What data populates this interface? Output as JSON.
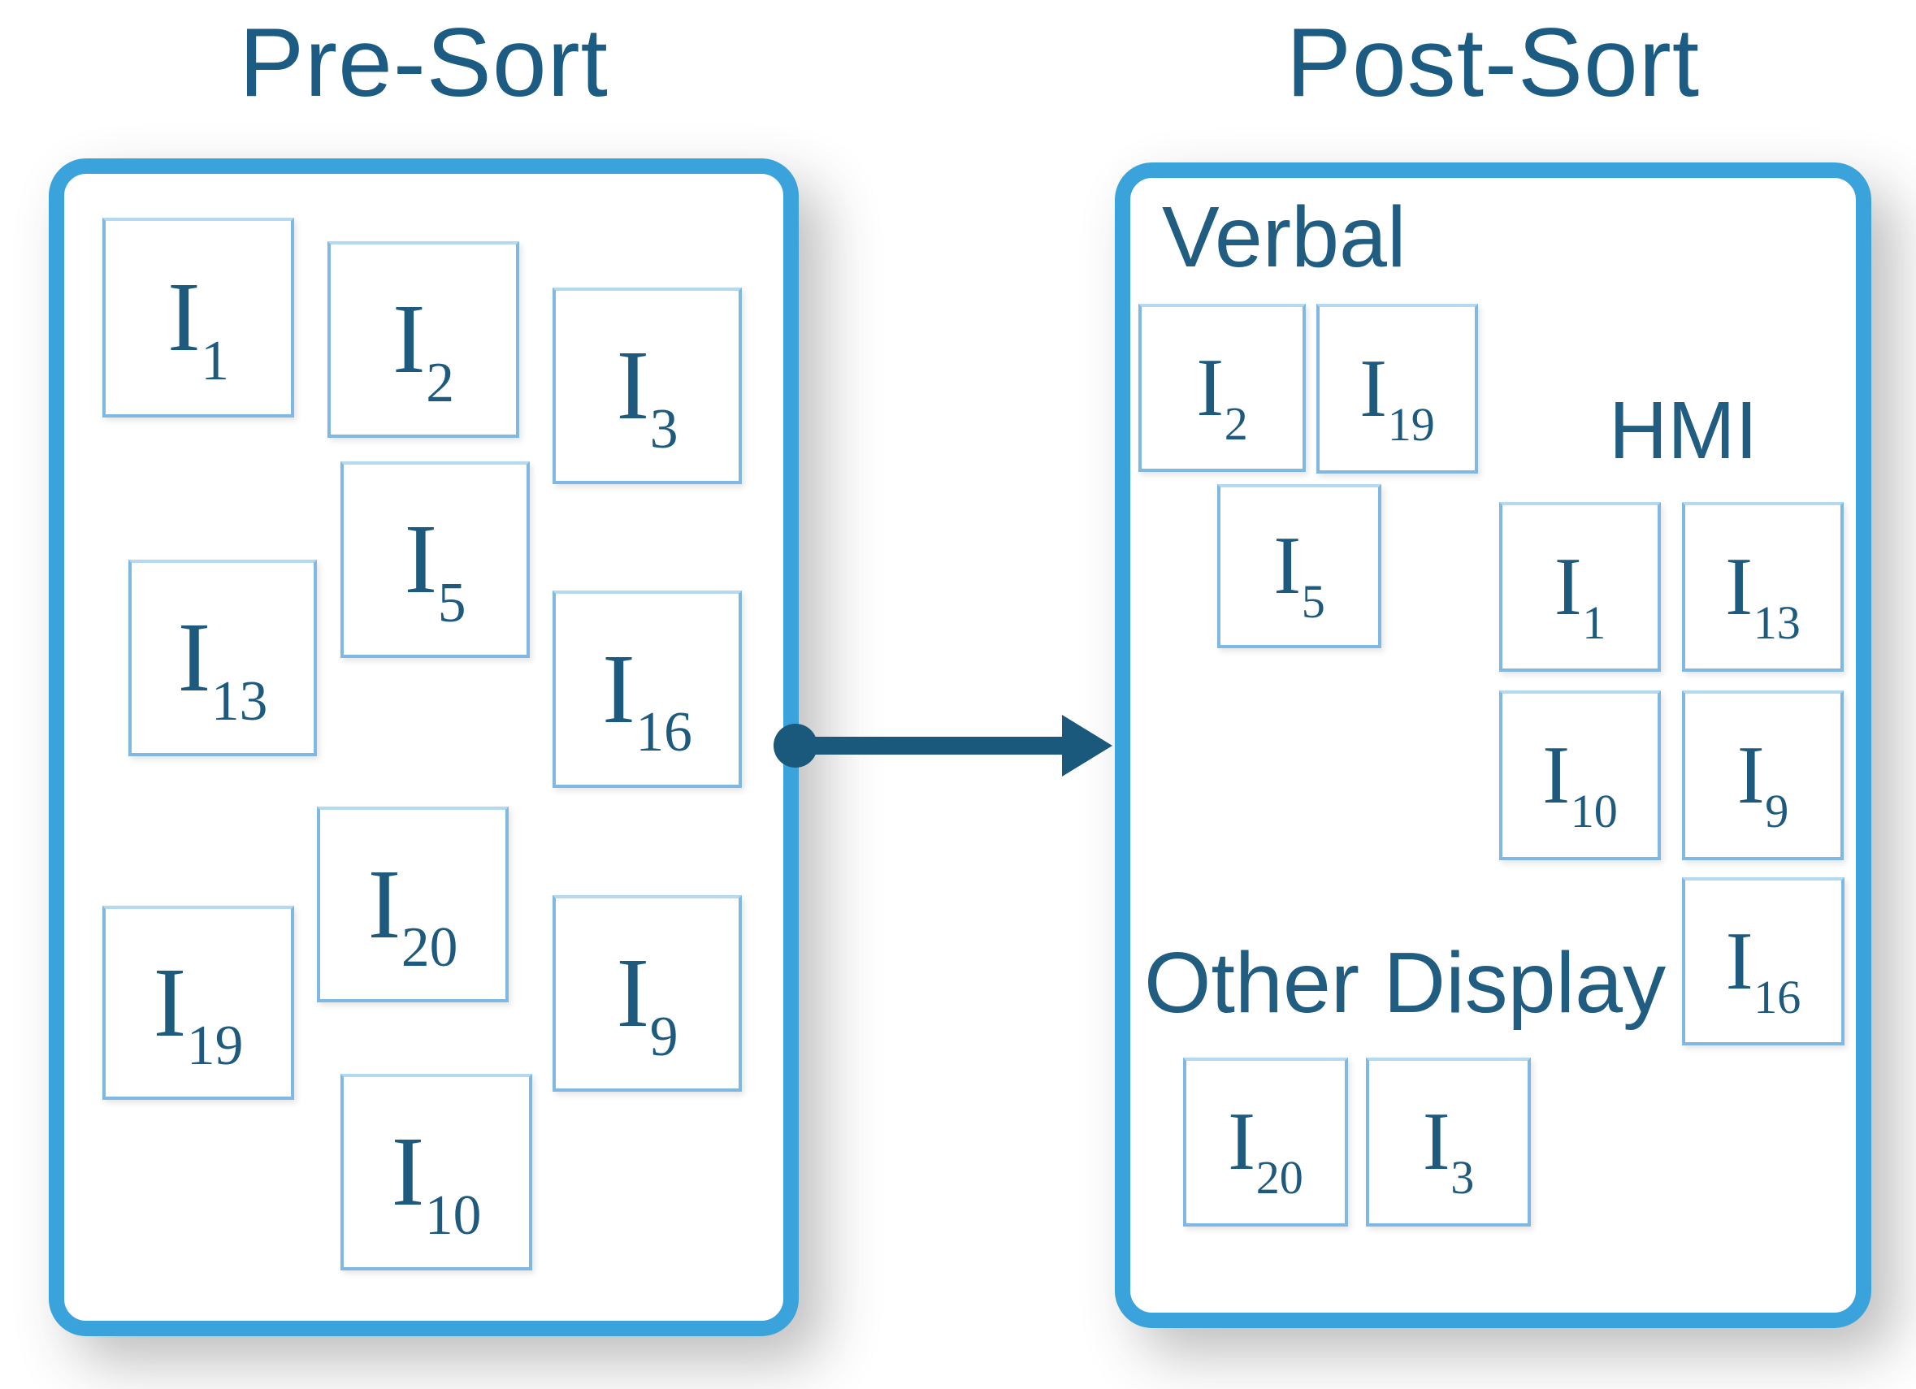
{
  "pre_sort": {
    "title": "Pre-Sort",
    "items": [
      {
        "base": "I",
        "sub": "1"
      },
      {
        "base": "I",
        "sub": "2"
      },
      {
        "base": "I",
        "sub": "3"
      },
      {
        "base": "I",
        "sub": "5"
      },
      {
        "base": "I",
        "sub": "13"
      },
      {
        "base": "I",
        "sub": "16"
      },
      {
        "base": "I",
        "sub": "20"
      },
      {
        "base": "I",
        "sub": "19"
      },
      {
        "base": "I",
        "sub": "9"
      },
      {
        "base": "I",
        "sub": "10"
      }
    ]
  },
  "post_sort": {
    "title": "Post-Sort",
    "groups": [
      {
        "label": "Verbal",
        "items": [
          {
            "base": "I",
            "sub": "2"
          },
          {
            "base": "I",
            "sub": "19"
          },
          {
            "base": "I",
            "sub": "5"
          }
        ]
      },
      {
        "label": "HMI",
        "items": [
          {
            "base": "I",
            "sub": "1"
          },
          {
            "base": "I",
            "sub": "13"
          },
          {
            "base": "I",
            "sub": "10"
          },
          {
            "base": "I",
            "sub": "9"
          },
          {
            "base": "I",
            "sub": "16"
          }
        ]
      },
      {
        "label": "Other Display",
        "items": [
          {
            "base": "I",
            "sub": "20"
          },
          {
            "base": "I",
            "sub": "3"
          }
        ]
      }
    ]
  },
  "colors": {
    "panel_border": "#3ba3dc",
    "item_border": "#7fb9e3",
    "title_text": "#1d5c82",
    "item_text": "#1e5a7d",
    "arrow": "#1b597c"
  }
}
